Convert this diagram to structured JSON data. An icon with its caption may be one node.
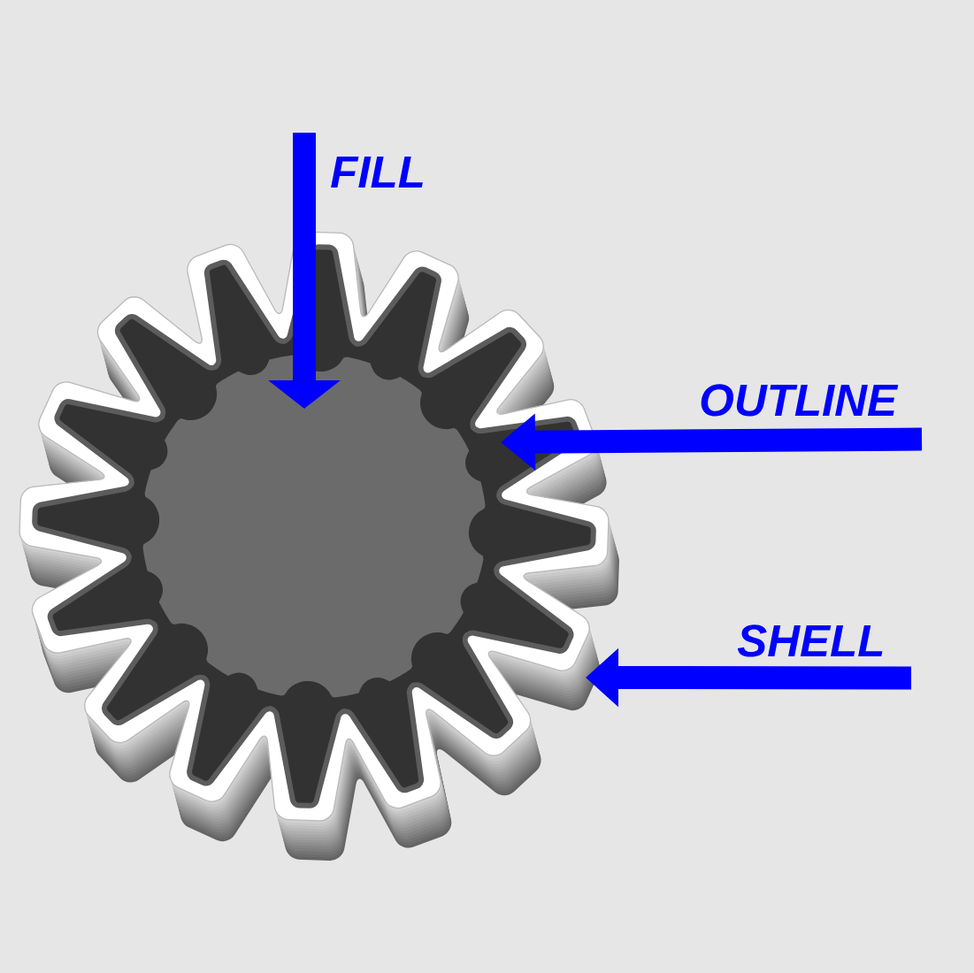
{
  "diagram": {
    "nodes": [
      {
        "text": [
          "FILL"
        ]
      },
      {
        "text": [
          "OUTLINE"
        ]
      },
      {
        "text": [
          "SHELL"
        ]
      },
      {
        "text": [],
        "shape": "gear"
      },
      {
        "text": [],
        "shape": "gear",
        "in": 3
      },
      {
        "text": [],
        "shape": "circle",
        "in": 4
      }
    ],
    "edges": [
      {
        "from": 0,
        "to": 5,
        "arrow": "to"
      },
      {
        "from": 1,
        "to": 4,
        "arrow": "to"
      },
      {
        "from": 2,
        "to": 3,
        "arrow": "to"
      }
    ]
  }
}
